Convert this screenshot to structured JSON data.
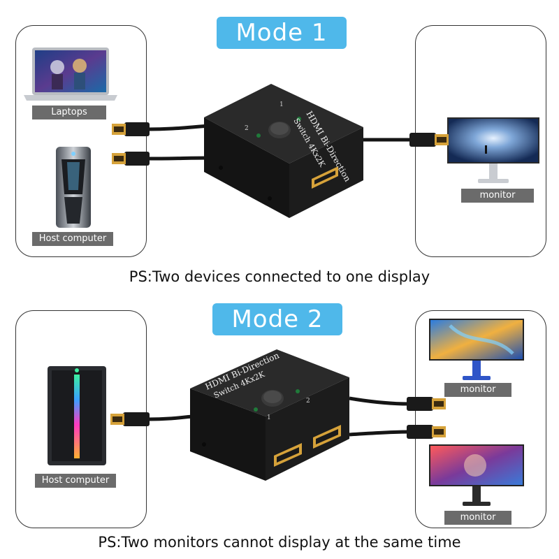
{
  "mode1": {
    "title": "Mode 1",
    "labels": {
      "laptops": "Laptops",
      "host": "Host computer",
      "monitor": "monitor"
    },
    "switch": {
      "line1": "HDMI Bi-Direction",
      "line2": "Switch 4Kx2K",
      "port1": "1",
      "port2": "2"
    },
    "caption": "PS:Two devices connected to one display"
  },
  "mode2": {
    "title": "Mode 2",
    "labels": {
      "host": "Host computer",
      "monitor_top": "monitor",
      "monitor_bottom": "monitor"
    },
    "switch": {
      "line1": "HDMI Bi-Direction",
      "line2": "Switch 4Kx2K",
      "port1": "1",
      "port2": "2"
    },
    "caption": "PS:Two monitors cannot display at the same time"
  },
  "colors": {
    "badge": "#4fb8ea",
    "chip": "#6b6b6b",
    "switch_body": "#1c1c1c",
    "connector_gold": "#d6a23a"
  }
}
